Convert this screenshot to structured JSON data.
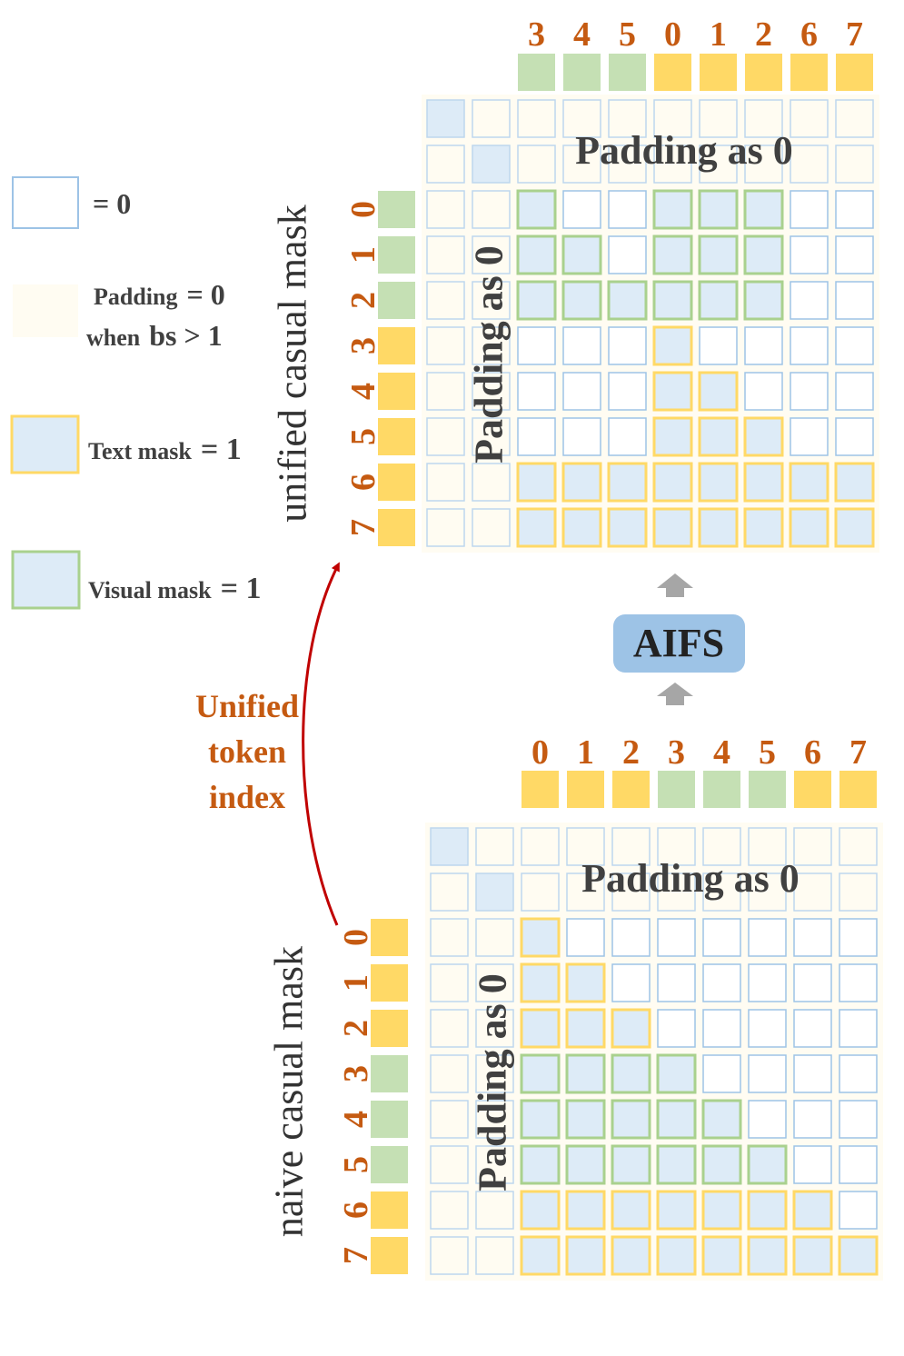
{
  "colors": {
    "text_token": "#FFD966",
    "visual_token": "#C5E0B4",
    "empty_fill": "#FFFFFF",
    "empty_border": "#9DC3E6",
    "padding_fill": "#FFFCF2",
    "padding_border": "#BDD7EE",
    "active_fill": "#DDEBF7",
    "text_border": "#FFD966",
    "visual_border": "#A9D18E",
    "label": "#C55A11",
    "dark_text": "#404040",
    "aifs_box": "#9DC3E6",
    "arrow": "#C00000",
    "gray_arrow": "#A6A6A6"
  },
  "legend": {
    "zero": "= 0",
    "padding_line1_word": "Padding",
    "padding_line1_value": "= 0",
    "padding_line2_word": "when",
    "padding_line2_value": "bs > 1",
    "text_mask_word": "Text mask",
    "text_mask_value": "= 1",
    "visual_mask_word": "Visual mask",
    "visual_mask_value": "= 1"
  },
  "aifs_label": "AIFS",
  "unified_index_label": [
    "Unified",
    "token",
    "index"
  ],
  "padding_label": "Padding as 0",
  "top_matrix": {
    "side_title": "unified casual mask",
    "column_labels": [
      "3",
      "4",
      "5",
      "0",
      "1",
      "2",
      "6",
      "7"
    ],
    "column_types": [
      "v",
      "v",
      "v",
      "t",
      "t",
      "t",
      "t",
      "t"
    ],
    "row_labels": [
      "0",
      "1",
      "2",
      "3",
      "4",
      "5",
      "6",
      "7"
    ],
    "row_types": [
      "v",
      "v",
      "v",
      "t",
      "t",
      "t",
      "t",
      "t"
    ],
    "cells": [
      "v00vvv00",
      "vv0vvv00",
      "vvvvvv00",
      "000t0000",
      "000tt000",
      "000ttt00",
      "tttttttt0",
      "tttttttt"
    ]
  },
  "bottom_matrix": {
    "side_title": "naive casual mask",
    "column_labels": [
      "0",
      "1",
      "2",
      "3",
      "4",
      "5",
      "6",
      "7"
    ],
    "column_types": [
      "t",
      "t",
      "t",
      "v",
      "v",
      "v",
      "t",
      "t"
    ],
    "row_labels": [
      "0",
      "1",
      "2",
      "3",
      "4",
      "5",
      "6",
      "7"
    ],
    "row_types": [
      "t",
      "t",
      "t",
      "v",
      "v",
      "v",
      "t",
      "t"
    ],
    "cells": [
      "t0000000",
      "tt000000",
      "ttt00000",
      "vvvv0000",
      "vvvvv000",
      "vvvvvv00",
      "ttttttt0",
      "tttttttt"
    ]
  }
}
